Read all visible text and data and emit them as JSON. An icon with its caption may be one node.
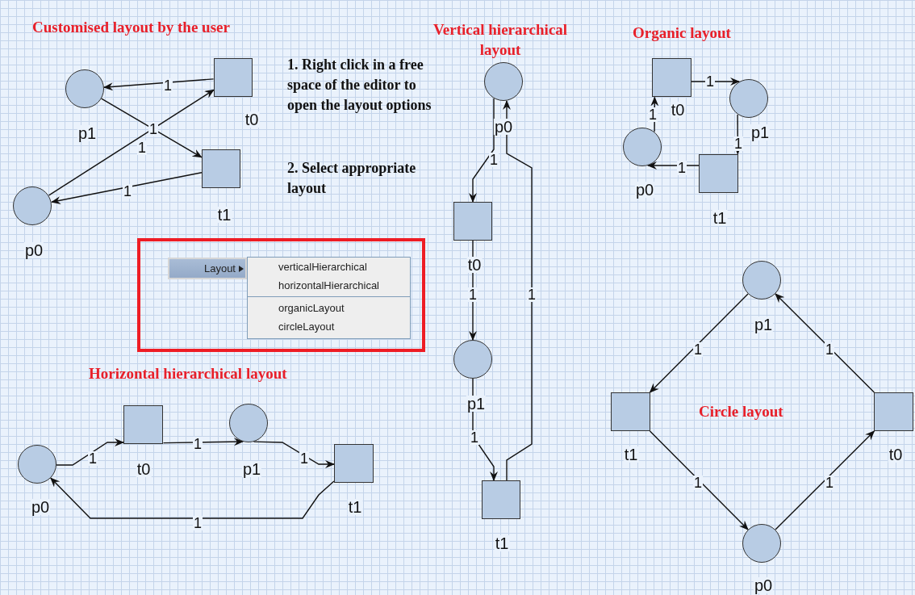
{
  "diagram": {
    "nodes": [
      {
        "text": [],
        "shape": "circle",
        "beside": [
          "p1"
        ]
      },
      {
        "text": [],
        "shape": "box",
        "beside": [
          "t0"
        ]
      },
      {
        "text": [],
        "shape": "box",
        "beside": [
          "t1"
        ]
      },
      {
        "text": [],
        "shape": "circle",
        "beside": [
          "p0"
        ]
      },
      {
        "text": [],
        "shape": "circle",
        "beside": [
          "p0"
        ]
      },
      {
        "text": [],
        "shape": "box",
        "beside": [
          "t0"
        ]
      },
      {
        "text": [],
        "shape": "circle",
        "beside": [
          "p1"
        ]
      },
      {
        "text": [],
        "shape": "box",
        "beside": [
          "t1"
        ]
      },
      {
        "text": [],
        "shape": "box",
        "beside": [
          "t0"
        ]
      },
      {
        "text": [],
        "shape": "circle",
        "beside": [
          "p1"
        ]
      },
      {
        "text": [],
        "shape": "circle",
        "beside": [
          "p0"
        ]
      },
      {
        "text": [],
        "shape": "box",
        "beside": [
          "t1"
        ]
      },
      {
        "text": [],
        "shape": "circle",
        "beside": [
          "p0"
        ]
      },
      {
        "text": [],
        "shape": "box",
        "beside": [
          "t0"
        ]
      },
      {
        "text": [],
        "shape": "circle",
        "beside": [
          "p1"
        ]
      },
      {
        "text": [],
        "shape": "box",
        "beside": [
          "t1"
        ]
      },
      {
        "text": [],
        "shape": "circle",
        "beside": [
          "p1"
        ]
      },
      {
        "text": [],
        "shape": "box",
        "beside": [
          "t1"
        ]
      },
      {
        "text": [],
        "shape": "box",
        "beside": [
          "t0"
        ]
      },
      {
        "text": [],
        "shape": "circle",
        "beside": [
          "p0"
        ]
      },
      {
        "text": [],
        "shape": "box"
      },
      {
        "text": [
          "Layout"
        ],
        "in": 20
      },
      {
        "text": [
          "verticalHierarchical",
          "horizontalHierarchical",
          "organicLayout",
          "circleLayout"
        ],
        "in": 20
      }
    ],
    "edges": [
      {
        "from": 1,
        "to": 0,
        "arrow": "to",
        "label": "1"
      },
      {
        "from": 0,
        "to": 2,
        "arrow": "to",
        "label": "1"
      },
      {
        "from": 3,
        "to": 1,
        "arrow": "to",
        "label": "1"
      },
      {
        "from": 2,
        "to": 3,
        "arrow": "to",
        "label": "1"
      },
      {
        "from": 4,
        "to": 5,
        "arrow": "to",
        "label": "1"
      },
      {
        "from": 5,
        "to": 6,
        "arrow": "to",
        "label": "1"
      },
      {
        "from": 6,
        "to": 7,
        "arrow": "to",
        "label": "1"
      },
      {
        "from": 7,
        "to": 4,
        "arrow": "to",
        "label": "1"
      },
      {
        "from": 10,
        "to": 8,
        "arrow": "to",
        "label": "1"
      },
      {
        "from": 8,
        "to": 9,
        "arrow": "to",
        "label": "1"
      },
      {
        "from": 9,
        "to": 11,
        "arrow": "to",
        "label": "1"
      },
      {
        "from": 11,
        "to": 10,
        "arrow": "to",
        "label": "1"
      },
      {
        "from": 12,
        "to": 13,
        "arrow": "to",
        "label": "1"
      },
      {
        "from": 13,
        "to": 14,
        "arrow": "to",
        "label": "1"
      },
      {
        "from": 14,
        "to": 15,
        "arrow": "to",
        "label": "1"
      },
      {
        "from": 15,
        "to": 12,
        "arrow": "to",
        "label": "1"
      },
      {
        "from": 16,
        "to": 17,
        "arrow": "to",
        "label": "1"
      },
      {
        "from": 17,
        "to": 19,
        "arrow": "to",
        "label": "1"
      },
      {
        "from": 19,
        "to": 18,
        "arrow": "to",
        "label": "1"
      },
      {
        "from": 18,
        "to": 16,
        "arrow": "to",
        "label": "1"
      }
    ],
    "labels": [
      "Customised layout by the user",
      "1. Right click in a free space of the editor to open the layout options",
      "2. Select appropriate layout",
      "Vertical hierarchical layout",
      "Organic layout",
      "Horizontal hierarchical layout",
      "Circle layout"
    ]
  }
}
